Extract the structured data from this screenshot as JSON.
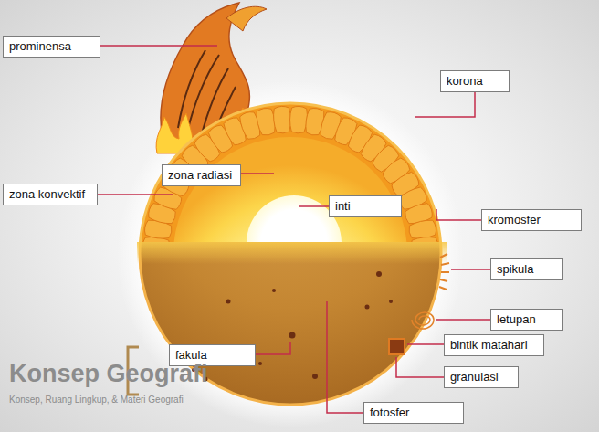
{
  "diagram": {
    "nodes": [
      {
        "text": [
          "prominensa"
        ]
      },
      {
        "text": [
          "korona"
        ]
      },
      {
        "text": [
          "zona radiasi"
        ]
      },
      {
        "text": [
          "zona konvektif"
        ]
      },
      {
        "text": [
          "inti"
        ]
      },
      {
        "text": [
          "kromosfer"
        ]
      },
      {
        "text": [
          "spikula"
        ]
      },
      {
        "text": [
          "letupan"
        ]
      },
      {
        "text": [
          "bintik matahari"
        ]
      },
      {
        "text": [
          "fakula"
        ]
      },
      {
        "text": [
          "granulasi"
        ]
      },
      {
        "text": [
          "fotosfer"
        ]
      }
    ],
    "labels": [
      "Konsep Geografi",
      "Konsep, Ruang Lingkup, & Materi Geografi"
    ]
  }
}
